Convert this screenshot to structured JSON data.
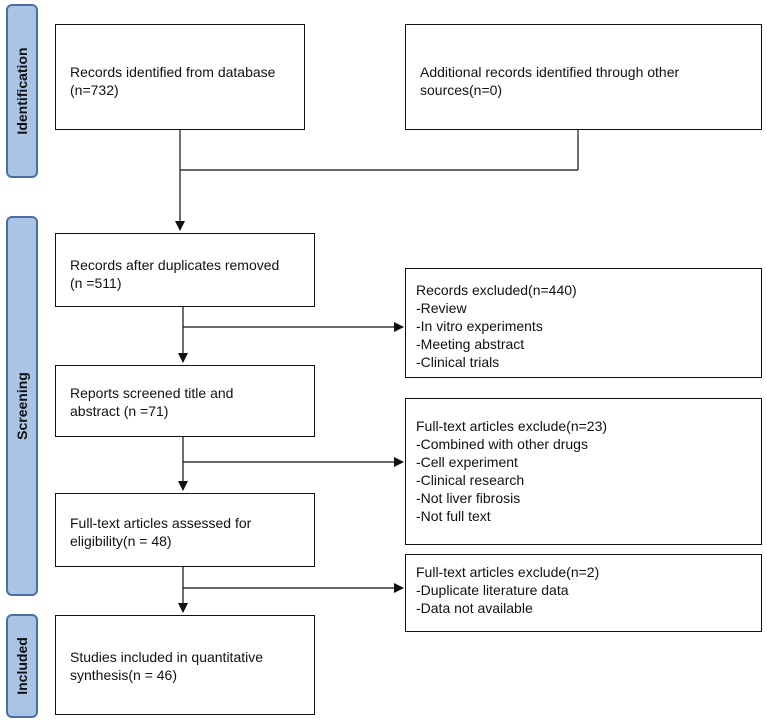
{
  "phases": {
    "identification": "Identification",
    "screening": "Screening",
    "included": "Included"
  },
  "boxes": {
    "database": "Records identified from database\n(n=732)",
    "other_sources": "Additional records identified through other\nsources(n=0)",
    "after_duplicates": "Records after duplicates removed\n(n =511)",
    "screened": "Reports screened title and\nabstract (n =71)",
    "assessed": "Full-text articles assessed for\neligibility(n = 48)",
    "included": "Studies included in quantitative\nsynthesis(n = 46)"
  },
  "exclusions": {
    "records": {
      "title": "Records excluded(n=440)",
      "items": [
        "-Review",
        "-In vitro experiments",
        "-Meeting abstract",
        "-Clinical trials"
      ]
    },
    "fulltext1": {
      "title": "Full-text articles exclude(n=23)",
      "items": [
        "-Combined with other drugs",
        "-Cell experiment",
        "-Clinical research",
        "-Not liver fibrosis",
        "-Not full text"
      ]
    },
    "fulltext2": {
      "title": "Full-text articles exclude(n=2)",
      "items": [
        "-Duplicate literature data",
        "-Data not available"
      ]
    }
  }
}
